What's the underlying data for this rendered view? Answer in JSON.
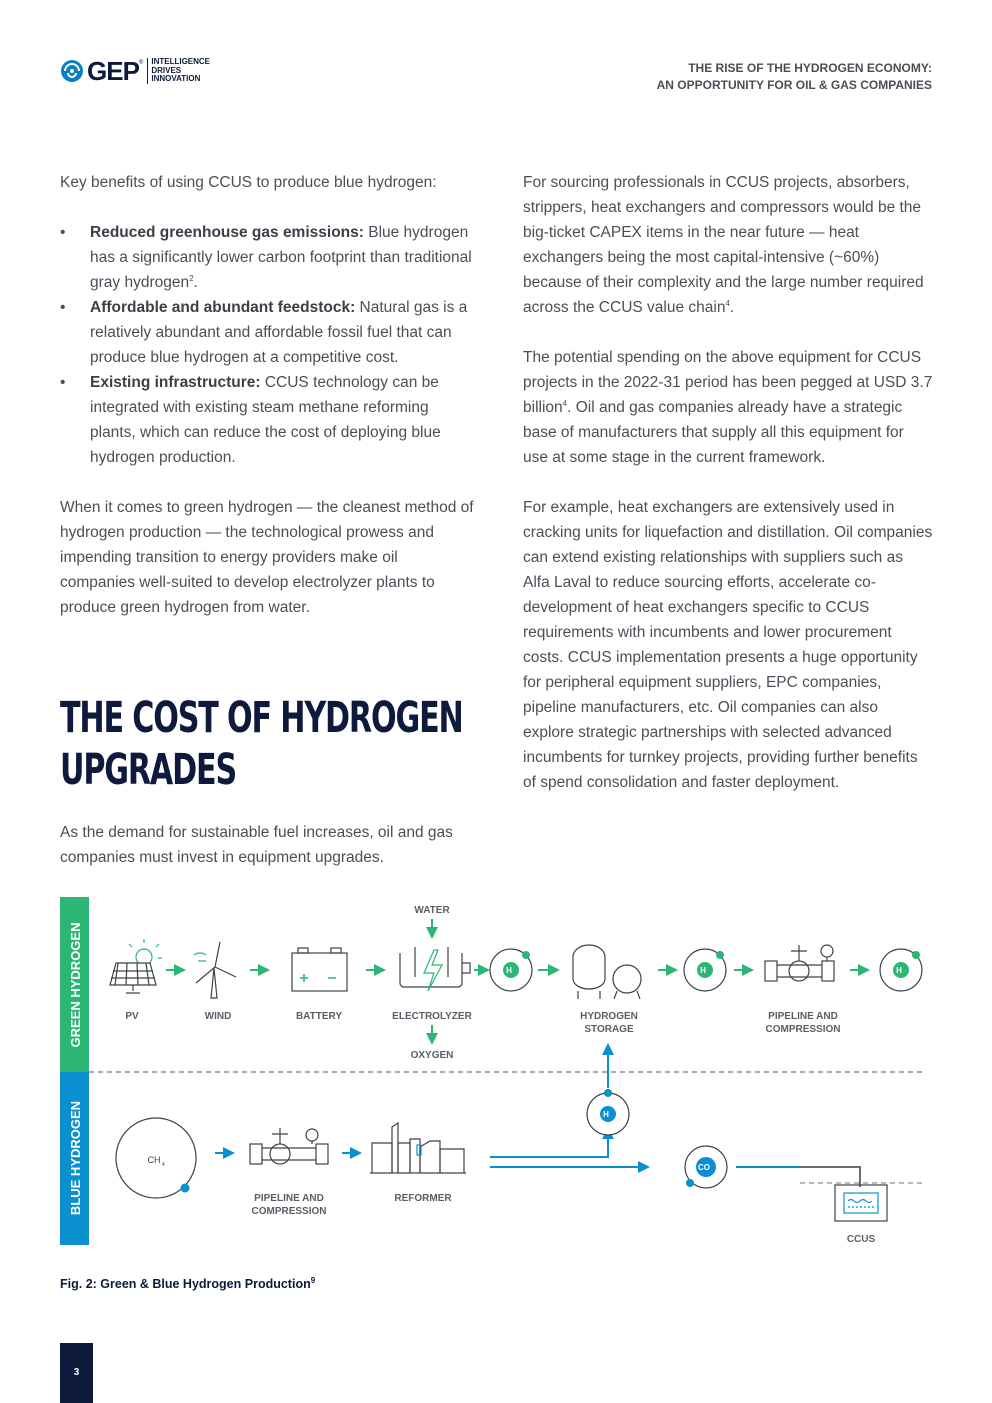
{
  "header": {
    "logo_text": "GEP",
    "logo_tagline": [
      "INTELLIGENCE",
      "DRIVES",
      "INNOVATION"
    ],
    "doc_title_line1": "THE RISE OF THE HYDROGEN ECONOMY:",
    "doc_title_line2": "AN OPPORTUNITY FOR OIL & GAS COMPANIES"
  },
  "left_column": {
    "intro": "Key benefits of using CCUS to produce blue hydrogen:",
    "bullets": [
      {
        "bold": "Reduced greenhouse gas emissions:",
        "text": " Blue hydrogen has a significantly lower carbon footprint than traditional gray hydrogen",
        "sup": "2",
        "tail": "."
      },
      {
        "bold": "Affordable and abundant feedstock:",
        "text": " Natural gas is a relatively abundant and affordable fossil fuel that can produce blue hydrogen at a competitive cost.",
        "sup": "",
        "tail": ""
      },
      {
        "bold": "Existing infrastructure:",
        "text": " CCUS technology can be integrated with existing steam methane reforming plants, which can reduce the cost of deploying blue hydrogen production.",
        "sup": "",
        "tail": ""
      }
    ],
    "green_para": "When it comes to green hydrogen — the cleanest method of hydrogen production — the technological prowess and impending transition to energy providers make oil companies well-suited to develop electrolyzer plants to produce green hydrogen from water.",
    "heading_line1": "The cost of hydrogen",
    "heading_line2": "upgrades",
    "demand_para": "As the demand for sustainable fuel increases, oil and gas companies must invest in equipment upgrades."
  },
  "right_column": {
    "para1": "For sourcing professionals in CCUS projects, absorbers, strippers, heat exchangers and compressors would be the big-ticket CAPEX items in the near future — heat exchangers being the most capital-intensive (~60%) because of their complexity and the large number required across the CCUS value chain",
    "para1_sup": "4",
    "para1_tail": ".",
    "para2": "The potential spending on the above equipment for CCUS projects in the 2022-31 period has been pegged at USD 3.7 billion",
    "para2_sup": "4",
    "para2_tail": ". Oil and gas companies already have a strategic base of manufacturers that supply all this equipment for use at some stage in the current framework.",
    "para3": "For example, heat exchangers are extensively used in cracking units for liquefaction and distillation. Oil companies can extend existing relationships with suppliers such as Alfa Laval to reduce sourcing efforts, accelerate co-development of heat exchangers specific to CCUS requirements with incumbents and lower procurement costs. CCUS implementation presents a huge opportunity for peripheral equipment suppliers, EPC companies, pipeline manufacturers, etc. Oil companies can also explore strategic partnerships with selected advanced incumbents for turnkey projects, providing further benefits of spend consolidation and faster deployment."
  },
  "diagram": {
    "green_label": "GREEN HYDROGEN",
    "blue_label": "BLUE HYDROGEN",
    "water": "WATER",
    "oxygen": "OXYGEN",
    "pv": "PV",
    "wind": "WIND",
    "battery": "BATTERY",
    "electrolyzer": "ELECTROLYZER",
    "storage_l1": "HYDROGEN",
    "storage_l2": "STORAGE",
    "pipeline_l1": "PIPELINE AND",
    "pipeline_l2": "COMPRESSION",
    "reformer": "REFORMER",
    "ccus": "CCUS",
    "h2": "H",
    "h2_sub": "2",
    "ch4": "CH",
    "ch4_sub": "4",
    "co2": "CO",
    "co2_sub": "2",
    "colors": {
      "green": "#2bb673",
      "blue": "#0a8fd1",
      "navy": "#0d1a3c",
      "grey": "#3d4148"
    }
  },
  "figure_caption": "Fig. 2: Green & Blue Hydrogen Production",
  "figure_caption_sup": "9",
  "page_number": "3"
}
